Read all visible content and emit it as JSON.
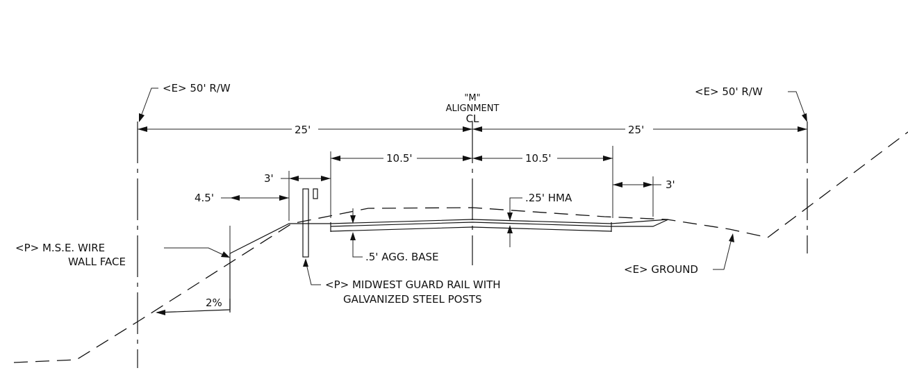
{
  "labels": {
    "rw_left": "<E> 50' R/W",
    "rw_right": "<E> 50' R/W",
    "alignment_m": "\"M\"",
    "alignment_word": "ALIGNMENT",
    "alignment_cl": "CL",
    "dim_25_left": "25'",
    "dim_25_right": "25'",
    "dim_10_5_left": "10.5'",
    "dim_10_5_right": "10.5'",
    "dim_3_left": "3'",
    "dim_3_right": "3'",
    "dim_4_5": "4.5'",
    "hma": ".25' HMA",
    "agg_base": ".5' AGG. BASE",
    "mse_wall_line1": "<P> M.S.E. WIRE",
    "mse_wall_line2": "WALL FACE",
    "guardrail_line1": "<P> MIDWEST GUARD RAIL WITH",
    "guardrail_line2": "GALVANIZED STEEL POSTS",
    "ground": "<E> GROUND",
    "slope": "2%"
  }
}
